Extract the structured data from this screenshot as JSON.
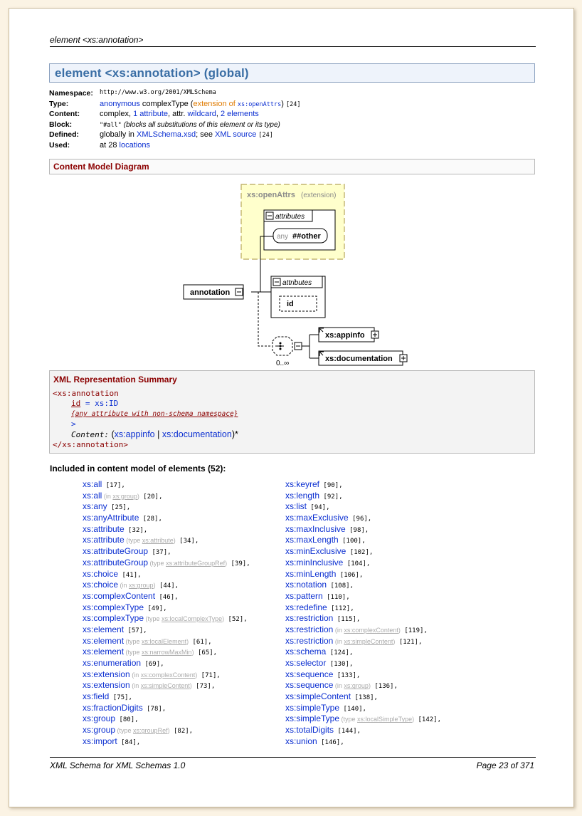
{
  "header": {
    "running_title": "element <xs:annotation>"
  },
  "title": "element <xs:annotation> (global)",
  "properties": {
    "namespace_label": "Namespace:",
    "namespace_value": "http://www.w3.org/2001/XMLSchema",
    "type_label": "Type:",
    "type_anonymous": "anonymous",
    "type_complex": " complexType (",
    "type_extension": "extension of ",
    "type_base": "xs:openAttrs",
    "type_close": ")",
    "type_ref": "[24]",
    "content_label": "Content:",
    "content_prefix": "complex, ",
    "content_attr": "1 attribute",
    "content_mid": ", attr. ",
    "content_wildcard": "wildcard",
    "content_sep": ", ",
    "content_elements": "2 elements",
    "block_label": "Block:",
    "block_value": "\"#all\"",
    "block_note": "(blocks all substitutions of this element or its type)",
    "defined_label": "Defined:",
    "defined_prefix": "globally in ",
    "defined_file": "XMLSchema.xsd",
    "defined_mid": "; see ",
    "defined_source": "XML source",
    "defined_ref": "[24]",
    "used_label": "Used:",
    "used_prefix": "at 28 ",
    "used_link": "locations"
  },
  "content_model": {
    "section_title": "Content Model Diagram",
    "ext_name": "xs:openAttrs",
    "ext_tag": "(extension)",
    "attributes_label": "attributes",
    "any_label": "any",
    "any_value": "##other",
    "element_name": "annotation",
    "attr_id": "id",
    "child1": "xs:appinfo",
    "child2": "xs:documentation",
    "occurs": "0..∞"
  },
  "xml_summary": {
    "title": "XML Representation  Summary",
    "open_tag": "<xs:annotation",
    "attr_name": "id",
    "attr_eq": " = ",
    "attr_type": "xs:ID",
    "any_attr": "{any attribute with non-schema namespace}",
    "gt": ">",
    "content_label": "Content:",
    "content_open": "(",
    "content_c1": "xs:appinfo",
    "content_bar": " | ",
    "content_c2": "xs:documentation",
    "content_close": ")*",
    "close_tag": "</xs:annotation>"
  },
  "included": {
    "title": "Included in content model of elements (52):",
    "col1": [
      {
        "name": "xs:all",
        "note_pre": "",
        "note_link": "",
        "note_post": "",
        "num": "[17]"
      },
      {
        "name": "xs:all",
        "note_pre": "(in ",
        "note_link": "xs:group",
        "note_post": ")",
        "num": "[20]"
      },
      {
        "name": "xs:any",
        "note_pre": "",
        "note_link": "",
        "note_post": "",
        "num": "[25]"
      },
      {
        "name": "xs:anyAttribute",
        "note_pre": "",
        "note_link": "",
        "note_post": "",
        "num": "[28]"
      },
      {
        "name": "xs:attribute",
        "note_pre": "",
        "note_link": "",
        "note_post": "",
        "num": "[32]"
      },
      {
        "name": "xs:attribute",
        "note_pre": "(type ",
        "note_link": "xs:attribute",
        "note_post": ")",
        "num": "[34]"
      },
      {
        "name": "xs:attributeGroup",
        "note_pre": "",
        "note_link": "",
        "note_post": "",
        "num": "[37]"
      },
      {
        "name": "xs:attributeGroup",
        "note_pre": "(type ",
        "note_link": "xs:attributeGroupRef",
        "note_post": ")",
        "num": "[39]"
      },
      {
        "name": "xs:choice",
        "note_pre": "",
        "note_link": "",
        "note_post": "",
        "num": "[41]"
      },
      {
        "name": "xs:choice",
        "note_pre": "(in ",
        "note_link": "xs:group",
        "note_post": ")",
        "num": "[44]"
      },
      {
        "name": "xs:complexContent",
        "note_pre": "",
        "note_link": "",
        "note_post": "",
        "num": "[46]"
      },
      {
        "name": "xs:complexType",
        "note_pre": "",
        "note_link": "",
        "note_post": "",
        "num": "[49]"
      },
      {
        "name": "xs:complexType",
        "note_pre": "(type ",
        "note_link": "xs:localComplexType",
        "note_post": ")",
        "num": "[52]"
      },
      {
        "name": "xs:element",
        "note_pre": "",
        "note_link": "",
        "note_post": "",
        "num": "[57]"
      },
      {
        "name": "xs:element",
        "note_pre": "(type ",
        "note_link": "xs:localElement",
        "note_post": ")",
        "num": "[61]"
      },
      {
        "name": "xs:element",
        "note_pre": "(type ",
        "note_link": "xs:narrowMaxMin",
        "note_post": ")",
        "num": "[65]"
      },
      {
        "name": "xs:enumeration",
        "note_pre": "",
        "note_link": "",
        "note_post": "",
        "num": "[69]"
      },
      {
        "name": "xs:extension",
        "note_pre": "(in ",
        "note_link": "xs:complexContent",
        "note_post": ")",
        "num": "[71]"
      },
      {
        "name": "xs:extension",
        "note_pre": "(in ",
        "note_link": "xs:simpleContent",
        "note_post": ")",
        "num": "[73]"
      },
      {
        "name": "xs:field",
        "note_pre": "",
        "note_link": "",
        "note_post": "",
        "num": "[75]"
      },
      {
        "name": "xs:fractionDigits",
        "note_pre": "",
        "note_link": "",
        "note_post": "",
        "num": "[78]"
      },
      {
        "name": "xs:group",
        "note_pre": "",
        "note_link": "",
        "note_post": "",
        "num": "[80]"
      },
      {
        "name": "xs:group",
        "note_pre": "(type ",
        "note_link": "xs:groupRef",
        "note_post": ")",
        "num": "[82]"
      },
      {
        "name": "xs:import",
        "note_pre": "",
        "note_link": "",
        "note_post": "",
        "num": "[84]"
      }
    ],
    "col2": [
      {
        "name": "xs:keyref",
        "note_pre": "",
        "note_link": "",
        "note_post": "",
        "num": "[90]"
      },
      {
        "name": "xs:length",
        "note_pre": "",
        "note_link": "",
        "note_post": "",
        "num": "[92]"
      },
      {
        "name": "xs:list",
        "note_pre": "",
        "note_link": "",
        "note_post": "",
        "num": "[94]"
      },
      {
        "name": "xs:maxExclusive",
        "note_pre": "",
        "note_link": "",
        "note_post": "",
        "num": "[96]"
      },
      {
        "name": "xs:maxInclusive",
        "note_pre": "",
        "note_link": "",
        "note_post": "",
        "num": "[98]"
      },
      {
        "name": "xs:maxLength",
        "note_pre": "",
        "note_link": "",
        "note_post": "",
        "num": "[100]"
      },
      {
        "name": "xs:minExclusive",
        "note_pre": "",
        "note_link": "",
        "note_post": "",
        "num": "[102]"
      },
      {
        "name": "xs:minInclusive",
        "note_pre": "",
        "note_link": "",
        "note_post": "",
        "num": "[104]"
      },
      {
        "name": "xs:minLength",
        "note_pre": "",
        "note_link": "",
        "note_post": "",
        "num": "[106]"
      },
      {
        "name": "xs:notation",
        "note_pre": "",
        "note_link": "",
        "note_post": "",
        "num": "[108]"
      },
      {
        "name": "xs:pattern",
        "note_pre": "",
        "note_link": "",
        "note_post": "",
        "num": "[110]"
      },
      {
        "name": "xs:redefine",
        "note_pre": "",
        "note_link": "",
        "note_post": "",
        "num": "[112]"
      },
      {
        "name": "xs:restriction",
        "note_pre": "",
        "note_link": "",
        "note_post": "",
        "num": "[115]"
      },
      {
        "name": "xs:restriction",
        "note_pre": "(in ",
        "note_link": "xs:complexContent",
        "note_post": ")",
        "num": "[119]"
      },
      {
        "name": "xs:restriction",
        "note_pre": "(in ",
        "note_link": "xs:simpleContent",
        "note_post": ")",
        "num": "[121]"
      },
      {
        "name": "xs:schema",
        "note_pre": "",
        "note_link": "",
        "note_post": "",
        "num": "[124]"
      },
      {
        "name": "xs:selector",
        "note_pre": "",
        "note_link": "",
        "note_post": "",
        "num": "[130]"
      },
      {
        "name": "xs:sequence",
        "note_pre": "",
        "note_link": "",
        "note_post": "",
        "num": "[133]"
      },
      {
        "name": "xs:sequence",
        "note_pre": "(in ",
        "note_link": "xs:group",
        "note_post": ")",
        "num": "[136]"
      },
      {
        "name": "xs:simpleContent",
        "note_pre": "",
        "note_link": "",
        "note_post": "",
        "num": "[138]"
      },
      {
        "name": "xs:simpleType",
        "note_pre": "",
        "note_link": "",
        "note_post": "",
        "num": "[140]"
      },
      {
        "name": "xs:simpleType",
        "note_pre": "(type ",
        "note_link": "xs:localSimpleType",
        "note_post": ")",
        "num": "[142]"
      },
      {
        "name": "xs:totalDigits",
        "note_pre": "",
        "note_link": "",
        "note_post": "",
        "num": "[144]"
      },
      {
        "name": "xs:union",
        "note_pre": "",
        "note_link": "",
        "note_post": "",
        "num": "[146]"
      }
    ]
  },
  "footer": {
    "left": "XML Schema for XML Schemas 1.0",
    "right": "Page 23 of 371"
  },
  "colors": {
    "link": "#0b2fd1",
    "section_title": "#8b0000",
    "title_blue": "#3a6ea5",
    "extension_fill": "#ffffcc"
  }
}
